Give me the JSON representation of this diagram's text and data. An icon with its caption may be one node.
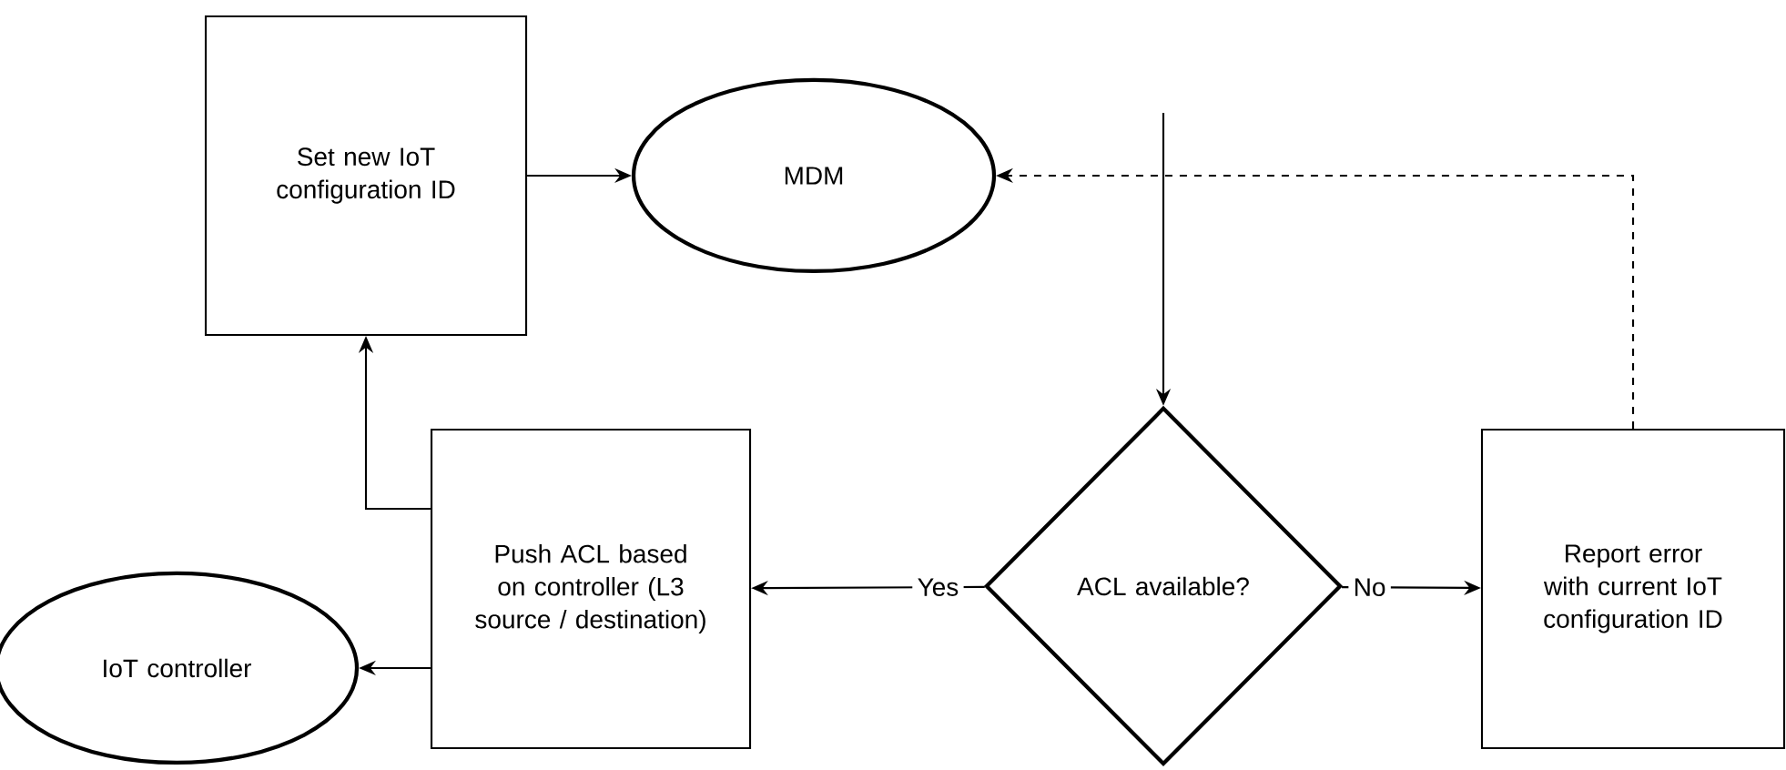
{
  "diagram": {
    "nodes": [
      {
        "text": [
          "Set new IoT configuration ID"
        ]
      },
      {
        "text": [
          "MDM"
        ]
      },
      {
        "text": [
          "ACL available?"
        ]
      },
      {
        "text": [
          "Push ACL based on controller (L3 source / destination)"
        ]
      },
      {
        "text": [
          "Report error with current IoT configuration ID"
        ]
      },
      {
        "text": [
          "IoT controller"
        ]
      }
    ],
    "edges": [
      {
        "from": 0,
        "to": 1,
        "arrow": "to"
      },
      {
        "from": null,
        "to": 2,
        "arrow": "to"
      },
      {
        "from": 2,
        "to": 3,
        "arrow": "to",
        "label": "Yes"
      },
      {
        "from": 2,
        "to": 4,
        "arrow": "to",
        "label": "No"
      },
      {
        "from": 3,
        "to": 0,
        "arrow": "to"
      },
      {
        "from": 3,
        "to": 5,
        "arrow": "to"
      },
      {
        "from": 4,
        "to": 1,
        "arrow": "to",
        "style": "dashed"
      }
    ]
  }
}
